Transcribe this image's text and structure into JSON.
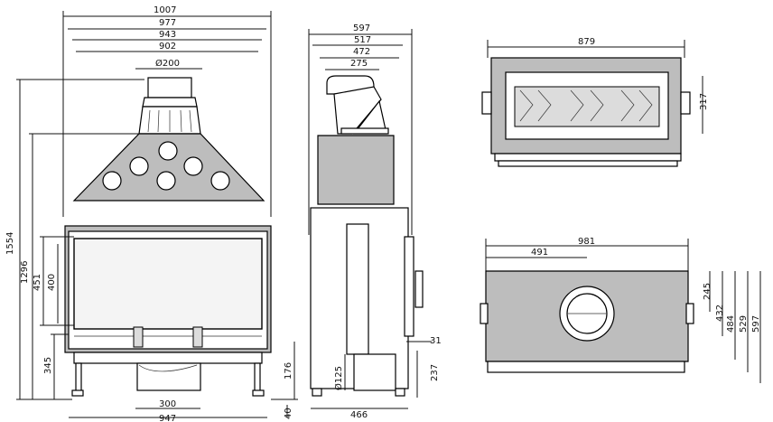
{
  "front": {
    "w1007": "1007",
    "w977": "977",
    "w943": "943",
    "w902": "902",
    "flue": "Ø200",
    "h1554": "1554",
    "h1296": "1296",
    "h451": "451",
    "h400": "400",
    "h345": "345",
    "h176": "176",
    "w300": "300",
    "w947": "947",
    "h40": "40"
  },
  "side": {
    "d597": "597",
    "d517": "517",
    "d472": "472",
    "d275": "275",
    "d31": "31",
    "d237": "237",
    "d466": "466",
    "air": "Ø125"
  },
  "top": {
    "w879": "879",
    "d317": "317"
  },
  "plan": {
    "w981": "981",
    "w491": "491",
    "d245": "245",
    "d432": "432",
    "d484": "484",
    "d529": "529",
    "d597": "597"
  }
}
